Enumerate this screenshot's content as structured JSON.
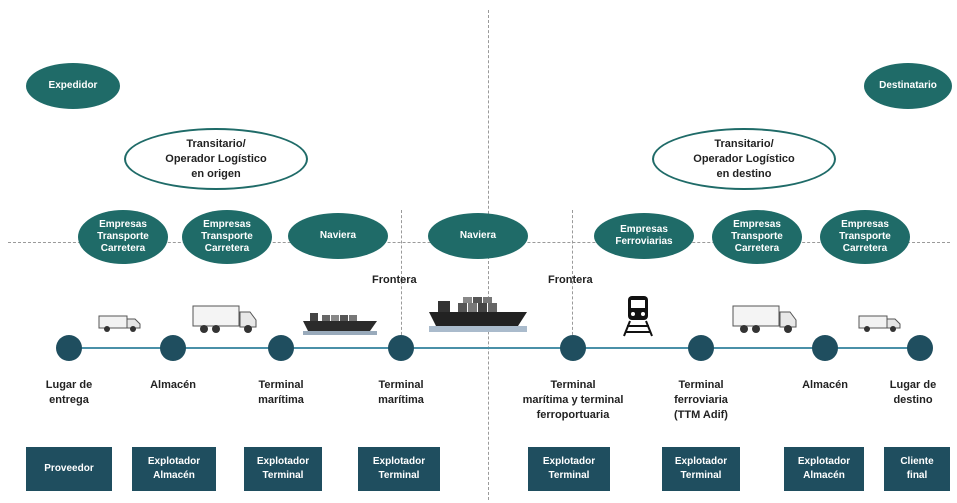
{
  "parties": {
    "shipper": "Expedidor",
    "consignee": "Destinatario"
  },
  "forwarders": {
    "origin": "Transitario/\nOperador Logístico\nen origen",
    "destination": "Transitario/\nOperador Logístico\nen destino"
  },
  "operators": [
    "Empresas\nTransporte\nCarretera",
    "Empresas\nTransporte\nCarretera",
    "Naviera",
    "Naviera",
    "Empresas\nFerroviarias",
    "Empresas\nTransporte\nCarretera",
    "Empresas\nTransporte\nCarretera"
  ],
  "borders": [
    "Frontera",
    "Frontera"
  ],
  "nodes": [
    "Lugar de\nentrega",
    "Almacén",
    "Terminal\nmarítima",
    "Terminal\nmarítima",
    "Terminal\nmarítima y terminal\nferroportuaria",
    "Terminal\nferroviaria\n(TTM Adif)",
    "Almacén",
    "Lugar de\ndestino"
  ],
  "actors": [
    "Proveedor",
    "Explotador\nAlmacén",
    "Explotador\nTerminal",
    "Explotador\nTerminal",
    "Explotador\nTerminal",
    "Explotador\nTerminal",
    "Explotador\nAlmacén",
    "Cliente\nfinal"
  ],
  "vehicles": [
    "van-icon",
    "truck-icon",
    "ship-icon",
    "cargo-ship-icon",
    "train-icon",
    "truck-icon",
    "van-icon"
  ],
  "colors": {
    "teal": "#1f6b68",
    "navy": "#1f4e5f"
  }
}
